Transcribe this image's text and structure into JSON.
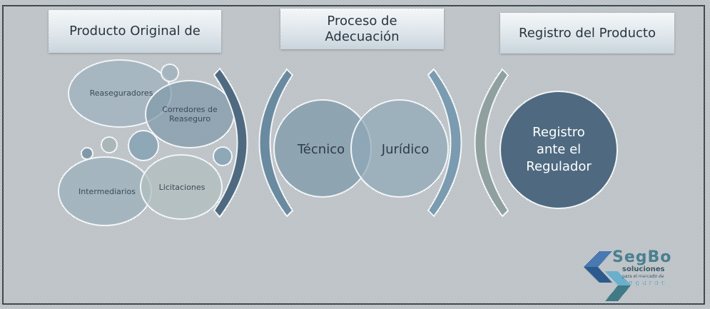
{
  "headers": {
    "original": "Producto Original de",
    "adecuacion": "Proceso de Adecuación",
    "registro": "Registro del Producto"
  },
  "sources": [
    "Reaseguradores",
    "Corredores de Reaseguro",
    "Intermediarios",
    "Licitaciones"
  ],
  "process": [
    "Técnico",
    "Jurídico"
  ],
  "registro_circle": "Registro ante el Regulador",
  "logo": {
    "name": "SegBo",
    "tagline": "soluciones",
    "subtitle": "para el mercado de",
    "word": "seguros"
  },
  "colors": {
    "dark": "#4f6a80",
    "mid": "#7a9bb0",
    "gray": "#8fa09e"
  }
}
